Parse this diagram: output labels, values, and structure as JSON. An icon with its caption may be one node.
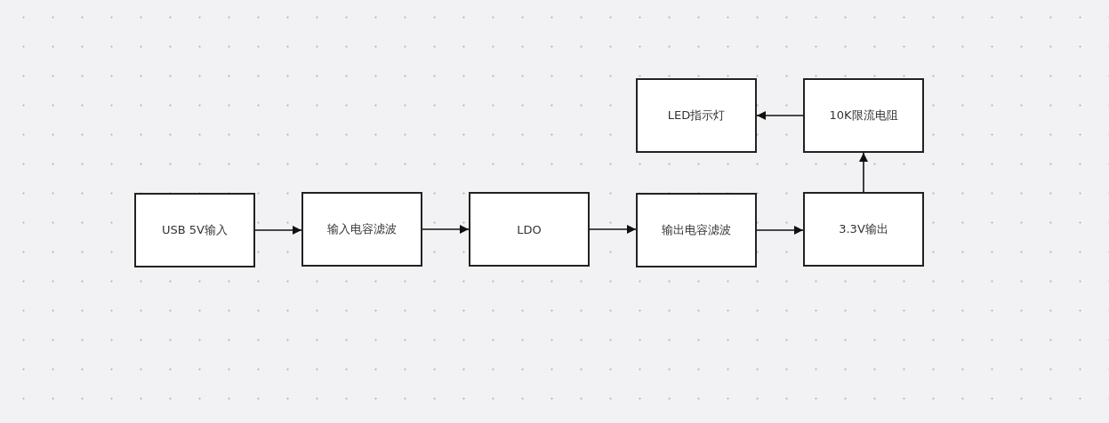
{
  "diagram": {
    "nodes": [
      {
        "text": [
          "USB 5V输入"
        ]
      },
      {
        "text": [
          "输入电容滤波"
        ]
      },
      {
        "text": [
          "LDO"
        ]
      },
      {
        "text": [
          "输出电容滤波"
        ]
      },
      {
        "text": [
          "3.3V输出"
        ]
      },
      {
        "text": [
          "10K限流电阻"
        ]
      },
      {
        "text": [
          "LED指示灯"
        ]
      }
    ],
    "edges": [
      {
        "from": 0,
        "to": 1,
        "arrow": "to"
      },
      {
        "from": 1,
        "to": 2,
        "arrow": "to"
      },
      {
        "from": 2,
        "to": 3,
        "arrow": "to"
      },
      {
        "from": 3,
        "to": 4,
        "arrow": "to"
      },
      {
        "from": 4,
        "to": 5,
        "arrow": "to"
      },
      {
        "from": 5,
        "to": 6,
        "arrow": "to"
      }
    ]
  }
}
